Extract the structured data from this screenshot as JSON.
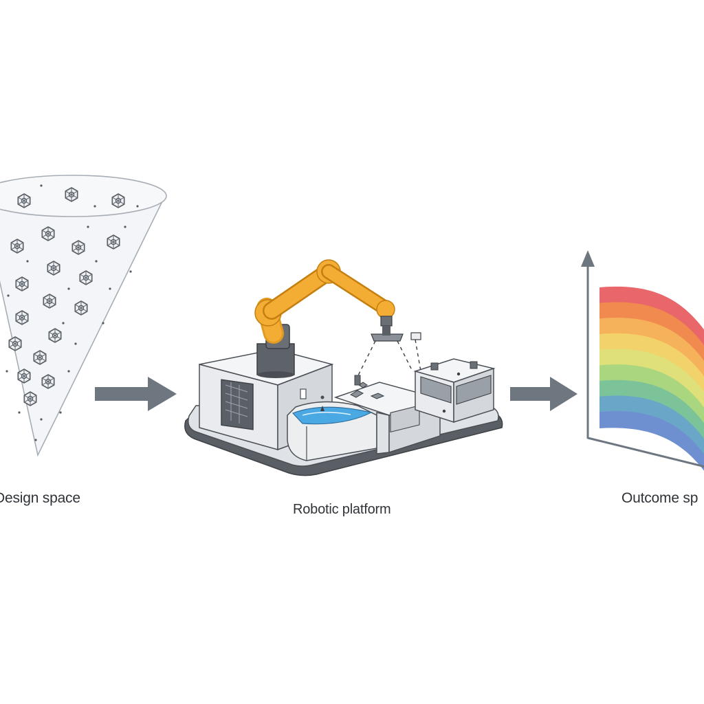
{
  "stages": [
    {
      "id": "design",
      "label": "Design space"
    },
    {
      "id": "robot",
      "label": "Robotic platform"
    },
    {
      "id": "outcome",
      "label": "Outcome sp"
    }
  ],
  "colors": {
    "arrow": "#6e7780",
    "outline": "#4a4f55",
    "cone_fill": "#f1f3f6",
    "robot_arm": "#f3a72c",
    "robot_base": "#5a5f66",
    "module": "#eceef0",
    "water": "#4aa8e3",
    "spectrum": [
      "#e9666a",
      "#f08a4e",
      "#f6b25a",
      "#f2d26a",
      "#dfe07a",
      "#a9d67e",
      "#7cc39a",
      "#69a6c8",
      "#6e8fd0"
    ]
  },
  "icons": [
    "crystal-icon",
    "arrow-right-icon",
    "robot-arm-icon",
    "axis-arrow-icon"
  ]
}
